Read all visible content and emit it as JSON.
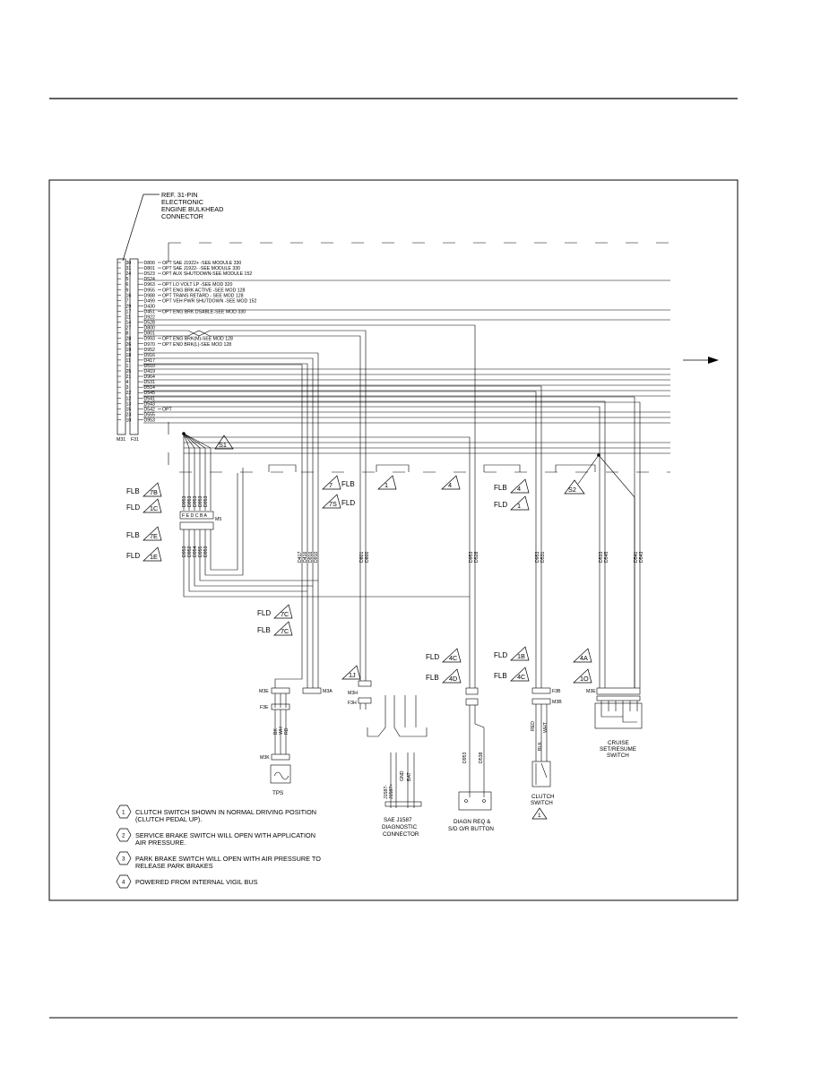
{
  "reference": {
    "line1": "REF. 31-PIN",
    "line2": "ELECTRONIC",
    "line3": "ENGINE BULKHEAD",
    "line4": "CONNECTOR"
  },
  "connector": {
    "left_label": "M31",
    "right_label": "F31",
    "pins": [
      {
        "pin": "30",
        "circuit": "D800",
        "note": "OPT SAE J1922+ -SEE MODULE 330"
      },
      {
        "pin": "31",
        "circuit": "D801",
        "note": "OPT SAE J1922- -SEE MODULE 330"
      },
      {
        "pin": "24",
        "circuit": "D523",
        "note": "OPT AUX SHUTDOWN-SEE MODULE 152"
      },
      {
        "pin": "5",
        "circuit": "D524",
        "note": ""
      },
      {
        "pin": "6",
        "circuit": "D963",
        "note": "OPT LO VOLT LP -SEE MOD 320"
      },
      {
        "pin": "9",
        "circuit": "D955",
        "note": "OPT ENG BRK ACTIVE -SEE MOD 128"
      },
      {
        "pin": "16",
        "circuit": "D988",
        "note": "OPT TRANS RETARD - SEE MOD 128"
      },
      {
        "pin": "7",
        "circuit": "D499",
        "note": "OPT VEH PWR SHUTDOWN -SEE MOD 152"
      },
      {
        "pin": "29",
        "circuit": "D430",
        "note": ""
      },
      {
        "pin": "17",
        "circuit": "D451",
        "note": "OPT ENG BRK DSABLE-SEE MOD 330"
      },
      {
        "pin": "11",
        "circuit": "D922",
        "note": ""
      },
      {
        "pin": "14",
        "circuit": "D528",
        "note": ""
      },
      {
        "pin": "27",
        "circuit": "D800",
        "note": ""
      },
      {
        "pin": "8",
        "circuit": "D801",
        "note": ""
      },
      {
        "pin": "28",
        "circuit": "D993",
        "note": "OPT ENG BRK(M)-SEE MOD 128"
      },
      {
        "pin": "26",
        "circuit": "D970",
        "note": "OPT END BRK(L)-SEE MOD 128"
      },
      {
        "pin": "19",
        "circuit": "D952",
        "note": ""
      },
      {
        "pin": "18",
        "circuit": "D916",
        "note": ""
      },
      {
        "pin": "11",
        "circuit": "D417",
        "note": ""
      },
      {
        "pin": "1",
        "circuit": "D510",
        "note": ""
      },
      {
        "pin": "25",
        "circuit": "D419",
        "note": ""
      },
      {
        "pin": "21",
        "circuit": "D964",
        "note": ""
      },
      {
        "pin": "4",
        "circuit": "D531",
        "note": ""
      },
      {
        "pin": "3",
        "circuit": "D514",
        "note": ""
      },
      {
        "pin": "22",
        "circuit": "D545",
        "note": ""
      },
      {
        "pin": "12",
        "circuit": "D541",
        "note": ""
      },
      {
        "pin": "13",
        "circuit": "D543",
        "note": ""
      },
      {
        "pin": "15",
        "circuit": "D542",
        "note": "OPT"
      },
      {
        "pin": "23",
        "circuit": "D555",
        "note": ""
      },
      {
        "pin": "10",
        "circuit": "D953",
        "note": ""
      }
    ]
  },
  "splices": {
    "s1": "S1",
    "s2": "S2"
  },
  "triangle_refs": [
    {
      "id": "7B",
      "tag": "FLB"
    },
    {
      "id": "1C",
      "tag": "FLD"
    },
    {
      "id": "7E",
      "tag": "FLB"
    },
    {
      "id": "1E",
      "tag": "FLD"
    },
    {
      "id": "7",
      "tag": "FLB"
    },
    {
      "id": "7S",
      "tag": "FLD"
    },
    {
      "id": "1",
      "tag": ""
    },
    {
      "id": "4",
      "tag": ""
    },
    {
      "id": "4",
      "tag": "FLB"
    },
    {
      "id": "1",
      "tag": "FLD"
    },
    {
      "id": "7C",
      "tag": "FLD"
    },
    {
      "id": "7C",
      "tag": "FLB"
    },
    {
      "id": "1J",
      "tag": ""
    },
    {
      "id": "4C",
      "tag": "FLD"
    },
    {
      "id": "4D",
      "tag": "FLB"
    },
    {
      "id": "1B",
      "tag": "FLD"
    },
    {
      "id": "4C",
      "tag": "FLB"
    },
    {
      "id": "4A",
      "tag": ""
    },
    {
      "id": "1O",
      "tag": ""
    }
  ],
  "splice_wires": {
    "top": [
      "D953",
      "D953",
      "D953",
      "D953",
      "D953"
    ],
    "mid_left": "F E D C B A",
    "mid_right": "M5",
    "bottom": [
      "D953",
      "D952",
      "D954",
      "D955",
      "D953"
    ]
  },
  "tps": {
    "conn_m": "M3E",
    "conn_f": "F3E",
    "conn_other": "M3A",
    "wires_top": [
      "D417",
      "D416",
      "D916",
      "D910"
    ],
    "wires_mid": [
      "BK",
      "WH",
      "RD"
    ],
    "sensor_conn": "M3K",
    "label": "TPS"
  },
  "sae": {
    "wires_top": [
      "D801",
      "D800"
    ],
    "conn_m": "M3H",
    "conn_f": "F3H",
    "bottom_wires": [
      "J1587-",
      "J1587+"
    ],
    "gnd": "GND",
    "bat": "BAT",
    "label1": "SAE J1587",
    "label2": "DIAGNOSTIC",
    "label3": "CONNECTOR"
  },
  "diag": {
    "wires_top": [
      "D953",
      "D528"
    ],
    "wires_bottom": [
      "D953",
      "D538"
    ],
    "label1": "DIAGN REQ &",
    "label2": "S/D O/R BUTTON"
  },
  "clutch": {
    "wires_top": [
      "D953",
      "D531"
    ],
    "conn_f": "F3B",
    "conn_m": "M3B",
    "colors": [
      "RED",
      "BLK",
      "WHT"
    ],
    "label1": "CLUTCH",
    "label2": "SWITCH",
    "ref": "1"
  },
  "cruise": {
    "wires_top": [
      "D533",
      "D545"
    ],
    "wires_top2": [
      "D541",
      "D543"
    ],
    "conn": "M3E",
    "label1": "CRUISE",
    "label2": "SET/RESUME",
    "label3": "SWITCH"
  },
  "notes": [
    {
      "num": "1",
      "text": "CLUTCH SWITCH SHOWN IN NORMAL DRIVING POSITION",
      "text2": "(CLUTCH PEDAL UP)."
    },
    {
      "num": "2",
      "text": "SERVICE BRAKE SWITCH WILL OPEN WITH APPLICATION",
      "text2": "AIR PRESSURE."
    },
    {
      "num": "3",
      "text": "PARK BRAKE SWITCH WILL OPEN WITH AIR PRESSURE TO",
      "text2": "RELEASE PARK BRAKES"
    },
    {
      "num": "4",
      "text": "POWERED FROM INTERNAL VIGIL BUS",
      "text2": ""
    }
  ]
}
